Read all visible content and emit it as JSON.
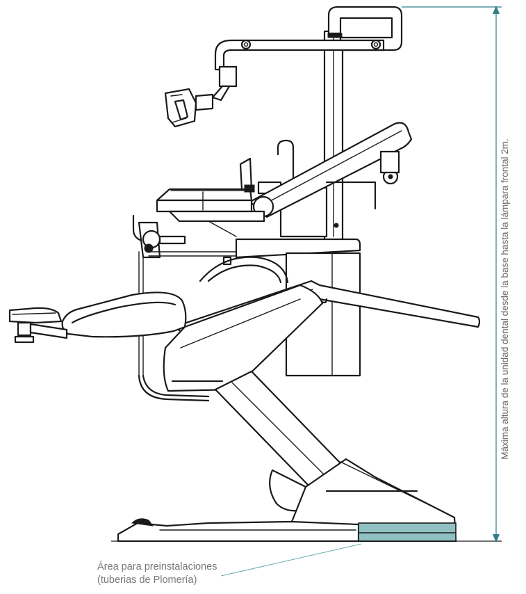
{
  "diagram": {
    "height_label": "Máxima altura de la unidad dental desde la base hasta la lámpara frontal 2m.",
    "area_label_line1": "Área para preinstalaciones",
    "area_label_line2": "(tuberias de Plomería)",
    "colors": {
      "dimension_line": "#2f7f86",
      "plumbing_area": "#8fc1c4",
      "outline": "#1a1a1a",
      "label_text": "#777777"
    }
  }
}
